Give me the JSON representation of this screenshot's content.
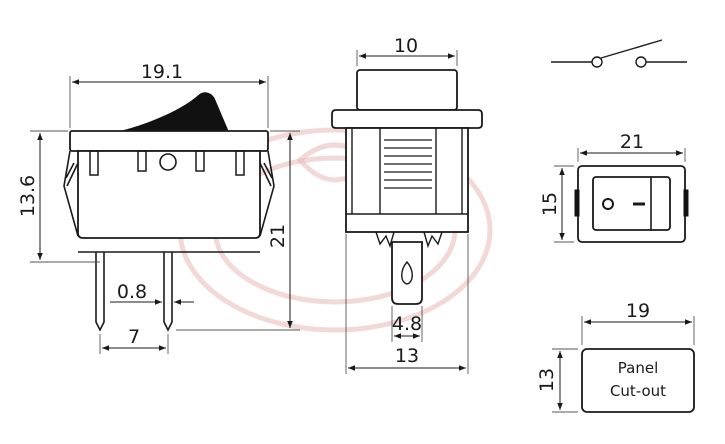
{
  "dimensions": {
    "side_width": "19.1",
    "side_body_height": "13.6",
    "side_total_height": "21",
    "pin_thickness": "0.8",
    "pin_pitch": "7",
    "front_top_width": "10",
    "tab_width": "4.8",
    "front_width": "13",
    "top_width": "21",
    "top_height": "15",
    "cutout_width": "19",
    "cutout_height": "13"
  },
  "cutout": {
    "line1": "Panel",
    "line2": "Cut-out"
  },
  "colors": {
    "line": "#1a1a1a",
    "watermark": "#e9b8b8"
  },
  "icons": [
    "switch-symbol-icon",
    "rocker-o-mark-icon",
    "rocker-i-mark-icon"
  ]
}
